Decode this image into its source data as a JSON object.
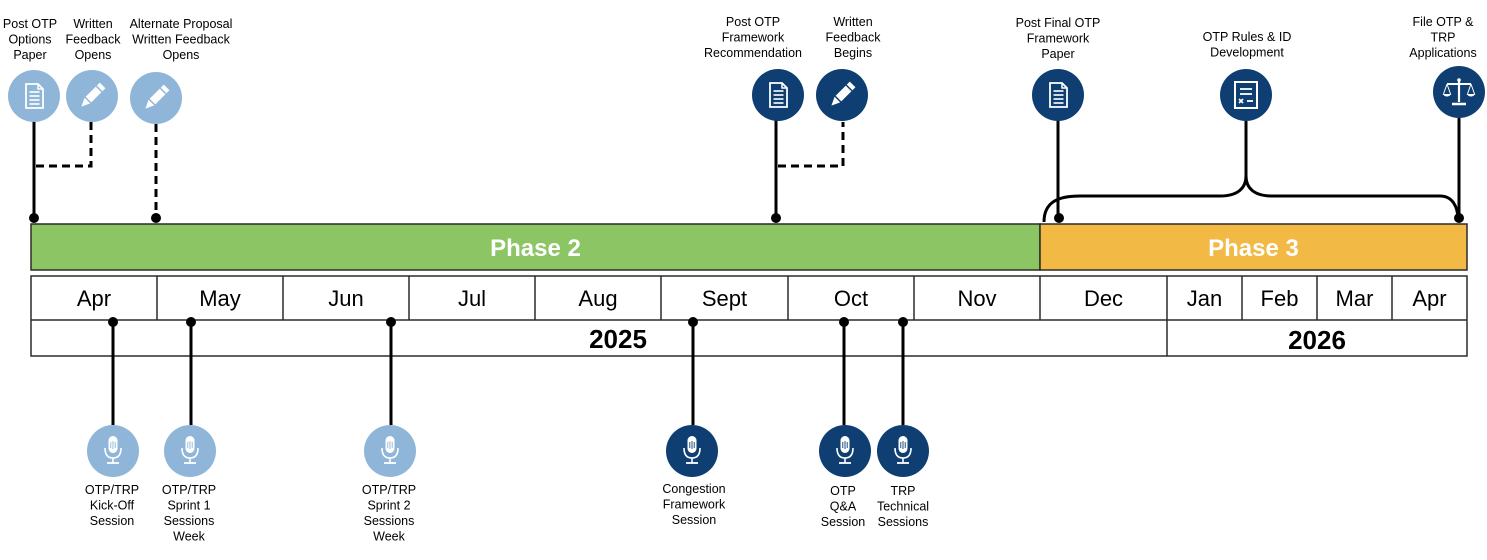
{
  "phases": [
    {
      "label": "Phase 2",
      "color": "#8cc664"
    },
    {
      "label": "Phase 3",
      "color": "#f2b944"
    }
  ],
  "months": [
    "Apr",
    "May",
    "Jun",
    "Jul",
    "Aug",
    "Sept",
    "Oct",
    "Nov",
    "Dec",
    "Jan",
    "Feb",
    "Mar",
    "Apr"
  ],
  "years": [
    "2025",
    "2026"
  ],
  "colors": {
    "light_icon": "#8fb6d9",
    "dark_icon": "#0e3e72",
    "line": "#000000"
  },
  "top_milestones": [
    {
      "lines": [
        "Post OTP",
        "Options",
        "Paper"
      ],
      "icon": "document-icon"
    },
    {
      "lines": [
        "Written",
        "Feedback",
        "Opens"
      ],
      "icon": "pencil-icon"
    },
    {
      "lines": [
        "Alternate Proposal",
        "Written Feedback",
        "Opens"
      ],
      "icon": "pencil-icon"
    },
    {
      "lines": [
        "Post OTP",
        "Framework",
        "Recommendation"
      ],
      "icon": "document-icon"
    },
    {
      "lines": [
        "Written",
        "Feedback",
        "Begins"
      ],
      "icon": "pencil-icon"
    },
    {
      "lines": [
        "Post Final OTP",
        "Framework",
        "Paper"
      ],
      "icon": "document-icon"
    },
    {
      "lines": [
        "OTP Rules & ID",
        "Development"
      ],
      "icon": "checklist-icon"
    },
    {
      "lines": [
        "File OTP &",
        "TRP",
        "Applications"
      ],
      "icon": "scales-icon"
    }
  ],
  "bottom_milestones": [
    {
      "lines": [
        "OTP/TRP",
        "Kick-Off",
        "Session"
      ],
      "icon": "microphone-icon"
    },
    {
      "lines": [
        "OTP/TRP",
        "Sprint 1",
        "Sessions",
        "Week"
      ],
      "icon": "microphone-icon"
    },
    {
      "lines": [
        "OTP/TRP",
        "Sprint 2",
        "Sessions",
        "Week"
      ],
      "icon": "microphone-icon"
    },
    {
      "lines": [
        "Congestion",
        "Framework",
        "Session"
      ],
      "icon": "microphone-icon"
    },
    {
      "lines": [
        "OTP",
        "Q&A",
        "Session"
      ],
      "icon": "microphone-icon"
    },
    {
      "lines": [
        "TRP",
        "Technical",
        "Sessions"
      ],
      "icon": "microphone-icon"
    }
  ]
}
